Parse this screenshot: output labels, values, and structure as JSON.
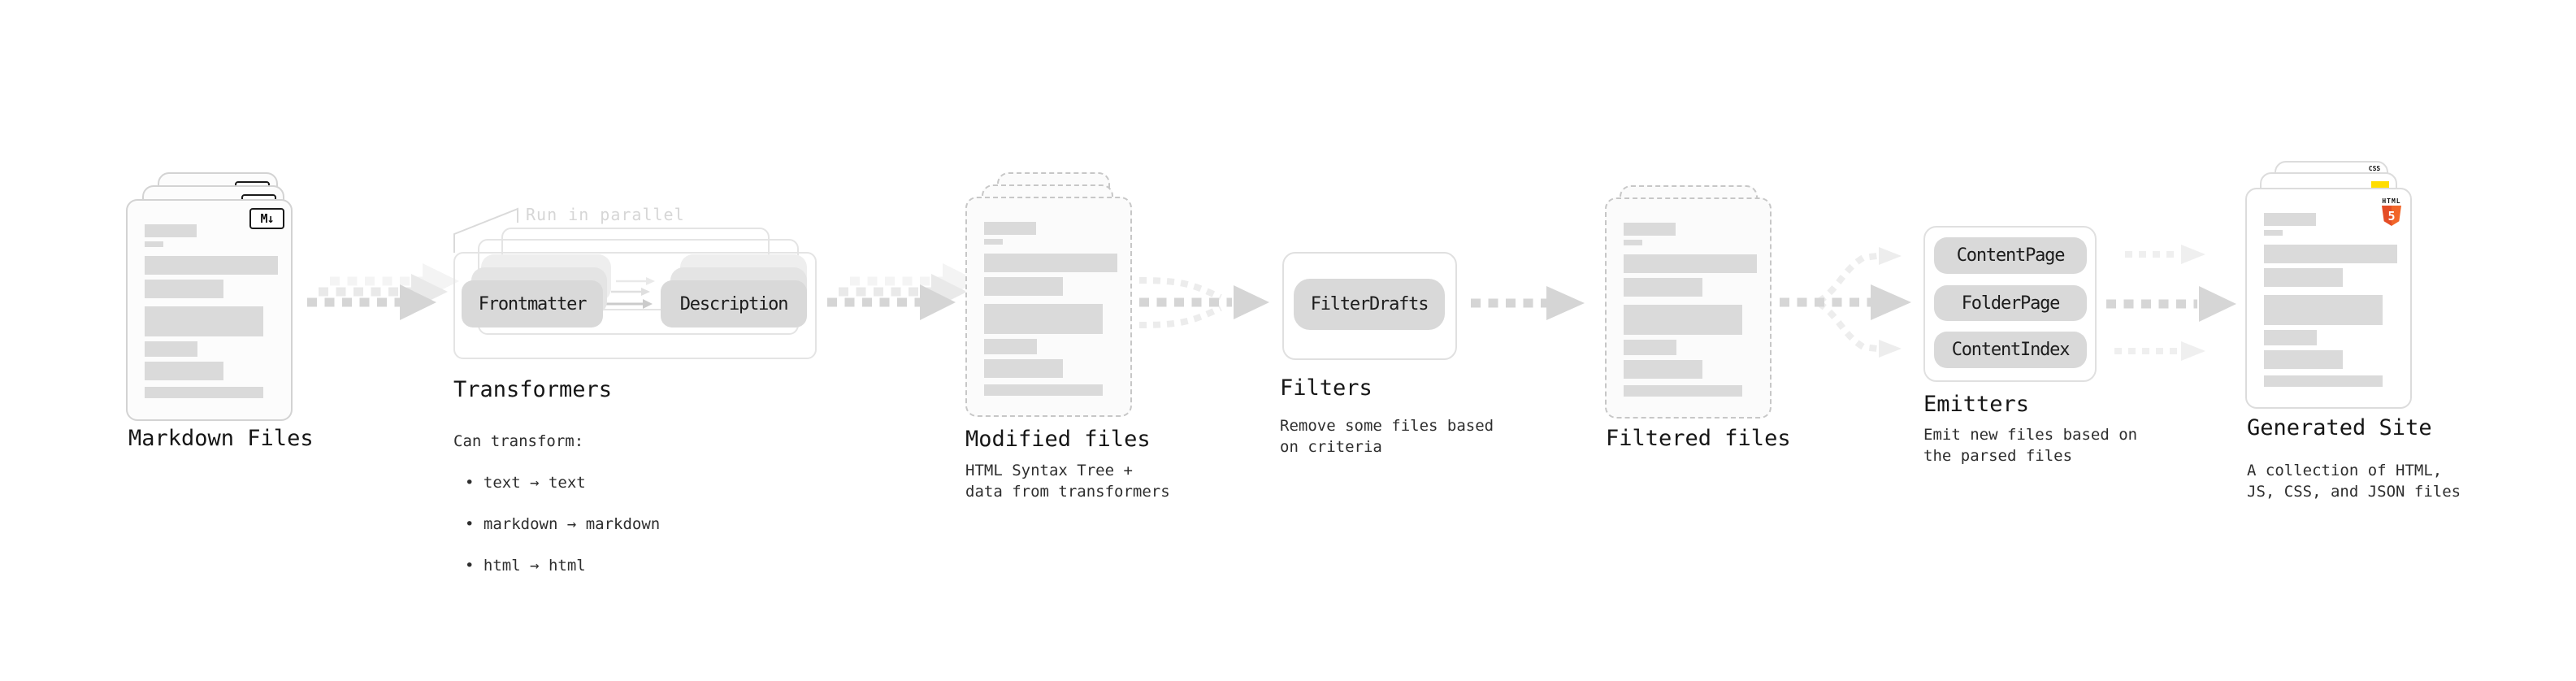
{
  "markdown_files": {
    "label": "Markdown Files",
    "badge": "M↓"
  },
  "transformers": {
    "label": "Transformers",
    "note": "Run in parallel",
    "pills": [
      "Frontmatter",
      "Description"
    ],
    "caption_title": "Can transform:",
    "bullets": [
      "• text → text",
      "• markdown → markdown",
      "• html → html"
    ]
  },
  "modified_files": {
    "label": "Modified files",
    "caption": "HTML Syntax Tree +\ndata from transformers"
  },
  "filters": {
    "label": "Filters",
    "pill": "FilterDrafts",
    "caption": "Remove some files based\non criteria"
  },
  "filtered_files": {
    "label": "Filtered files"
  },
  "emitters": {
    "label": "Emitters",
    "pills": [
      "ContentPage",
      "FolderPage",
      "ContentIndex"
    ],
    "caption": "Emit new files based on\nthe parsed files"
  },
  "generated_site": {
    "label": "Generated Site",
    "caption": "A collection of HTML,\nJS, CSS, and JSON files",
    "css_badge": "CSS",
    "html5_logo_text": "HTML",
    "html5_logo_number": "5"
  },
  "colors": {
    "html5_orange_dark": "#e44d26",
    "html5_orange_light": "#f16529",
    "js_yellow": "#ffdd00",
    "css_blue": "#3b6df2",
    "pill_gray": "#d9d9d9",
    "arrow_gray": "#d5d5d5"
  }
}
